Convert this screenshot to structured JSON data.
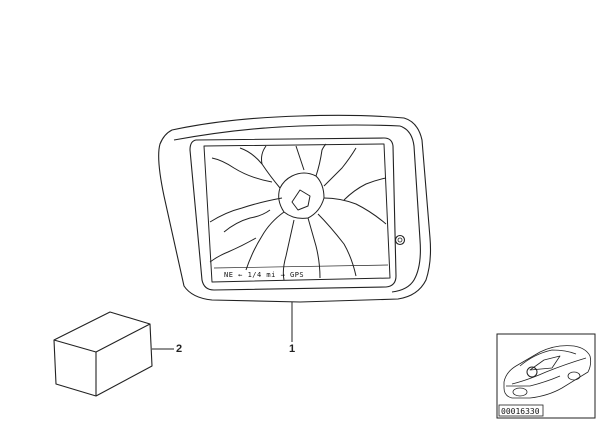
{
  "parts": [
    {
      "number": "1",
      "name": "navigation-display"
    },
    {
      "number": "2",
      "name": "accessory-box"
    }
  ],
  "screen": {
    "status_line": "NE ← 1/4 mi → GPS"
  },
  "reference": {
    "code": "00016330"
  },
  "colors": {
    "line": "#222222",
    "background": "#ffffff"
  }
}
